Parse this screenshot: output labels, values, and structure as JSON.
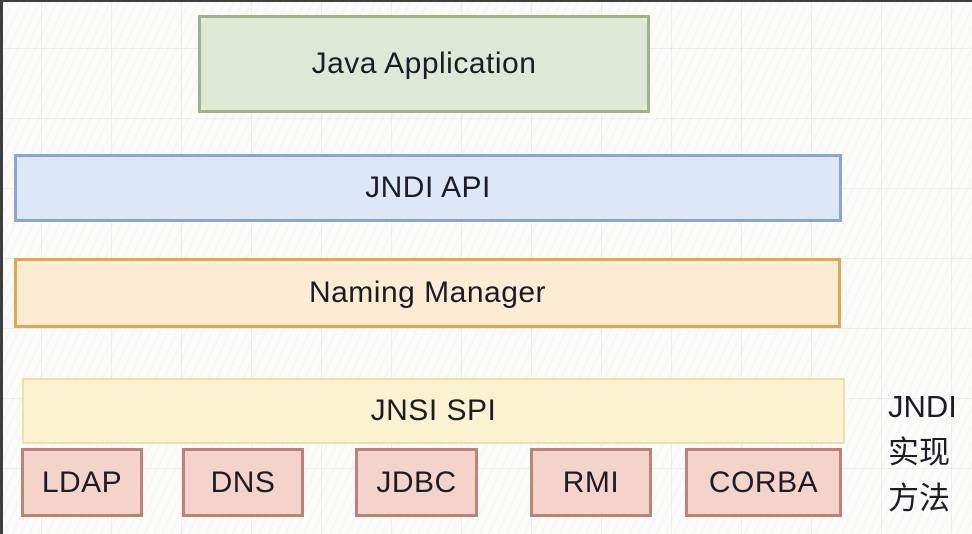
{
  "diagram": {
    "layers": [
      {
        "id": "java-application",
        "label": "Java Application",
        "fill": "#dde8d7",
        "border_color": "#9eb287"
      },
      {
        "id": "jndi-api",
        "label": "JNDI API",
        "fill": "#dce8f8",
        "border_color": "#8aa6d1"
      },
      {
        "id": "naming-manager",
        "label": "Naming Manager",
        "fill": "#fcecd3",
        "border_color": "#dda84f"
      },
      {
        "id": "jnsi-spi",
        "label": "JNSI SPI",
        "fill": "#fbf3cf",
        "border_color": "#eee0a9"
      }
    ],
    "providers": [
      {
        "id": "ldap",
        "label": "LDAP"
      },
      {
        "id": "dns",
        "label": "DNS"
      },
      {
        "id": "jdbc",
        "label": "JDBC"
      },
      {
        "id": "rmi",
        "label": "RMI"
      },
      {
        "id": "corba",
        "label": "CORBA"
      }
    ],
    "provider_style": {
      "fill": "#f4d3cb",
      "border_color": "#bf8276"
    },
    "side_label": {
      "lines": [
        "JNDI",
        "实现",
        "方法"
      ]
    },
    "text_color": "#1c1c26",
    "frame_border_color": "#3e3e40"
  }
}
